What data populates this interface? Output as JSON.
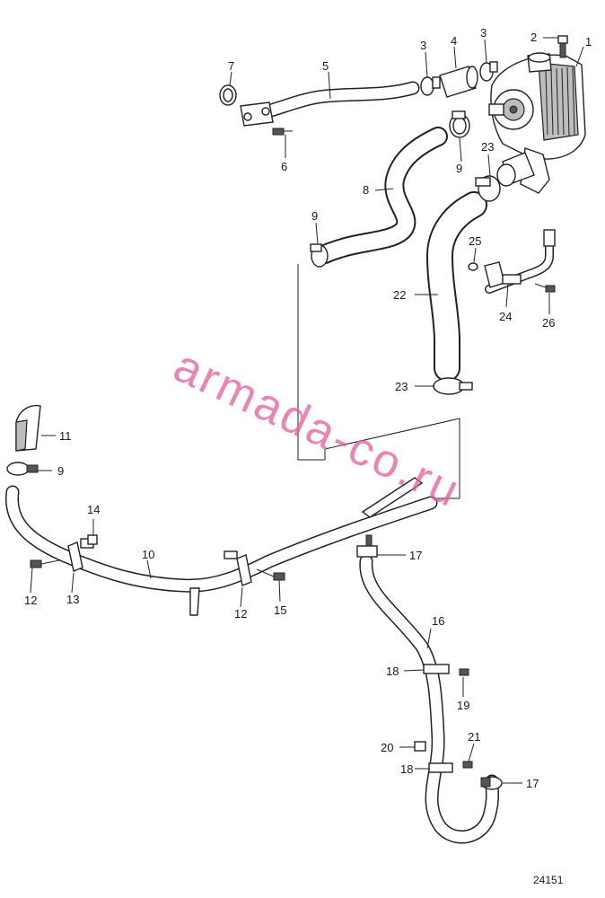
{
  "watermark": "armada-co.ru",
  "figure_number": "24151",
  "callouts": [
    "1",
    "2",
    "3",
    "3",
    "4",
    "5",
    "6",
    "7",
    "8",
    "9",
    "9",
    "9",
    "10",
    "11",
    "12",
    "12",
    "13",
    "14",
    "15",
    "16",
    "17",
    "17",
    "18",
    "18",
    "19",
    "20",
    "21",
    "22",
    "23",
    "23",
    "24",
    "25",
    "26"
  ],
  "parts": [
    {
      "id": "1",
      "icon": "compressor-icon"
    },
    {
      "id": "5",
      "icon": "hose-icon"
    },
    {
      "id": "8",
      "icon": "hose-icon"
    },
    {
      "id": "10",
      "icon": "pipe-icon"
    },
    {
      "id": "16",
      "icon": "hose-icon"
    },
    {
      "id": "22",
      "icon": "hose-icon"
    }
  ],
  "colors": {
    "line": "#222222",
    "watermark": "#e25b9c"
  }
}
